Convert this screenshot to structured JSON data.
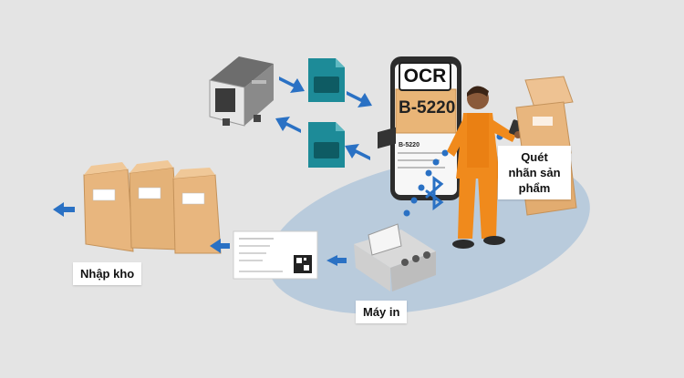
{
  "labels": {
    "ocr": "OCR",
    "scan": "Quét nhãn sản phẩm",
    "warehouse": "Nhập kho",
    "printer": "Máy in",
    "code_large": "B-5220",
    "code_small": "B-5220"
  },
  "colors": {
    "background": "#e4e4e4",
    "ground": "#b9cbdc",
    "arrow": "#2a71c4",
    "document": "#1d8b98",
    "bag": "#e8b67e",
    "worker": "#f08a1c",
    "bluetooth": "#2a71c4"
  },
  "icons": [
    "server-icon",
    "document-icon",
    "phone-icon",
    "worker-icon",
    "printer-icon",
    "bag-icon",
    "bluetooth-icon",
    "arrow-icon",
    "qr-code-icon"
  ]
}
